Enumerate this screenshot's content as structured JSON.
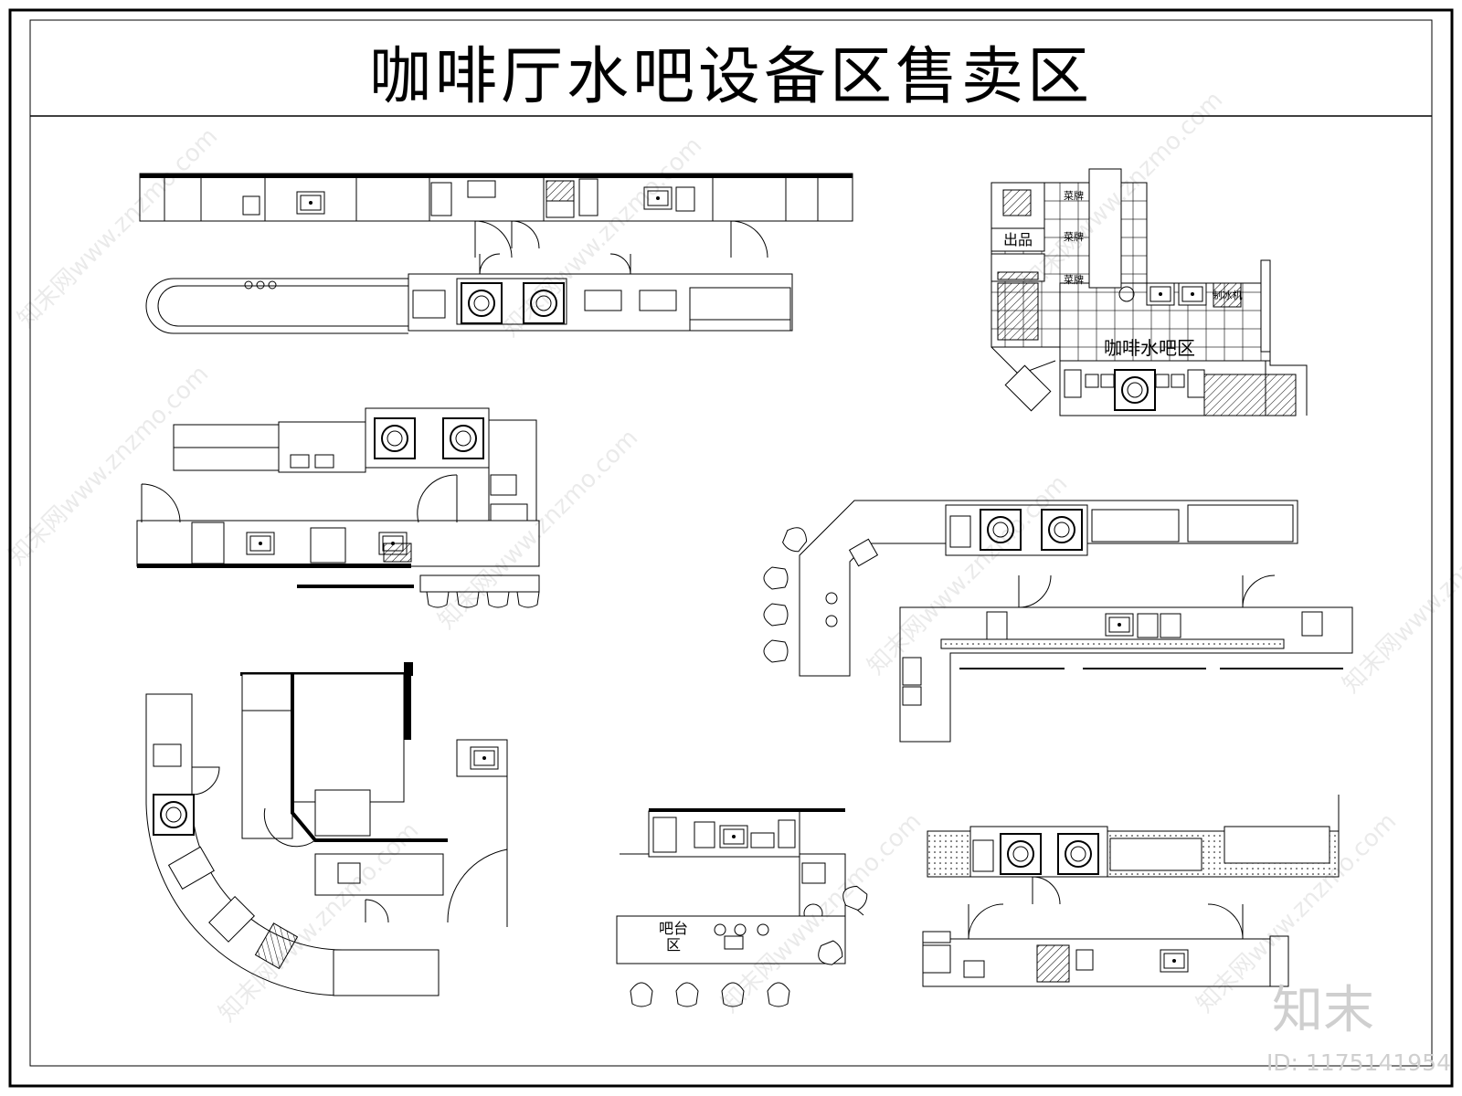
{
  "title": "咖啡厅水吧设备区售卖区",
  "labels": {
    "coffee_bar_area": "咖啡水吧区",
    "pickup": "出品",
    "ice_machine": "制冰机",
    "bar_counter_line1": "吧台",
    "bar_counter_line2": "区"
  },
  "watermark": {
    "text": "知末网www.znzmo.com",
    "brand": "知末",
    "image_id": "ID: 1175141954"
  }
}
